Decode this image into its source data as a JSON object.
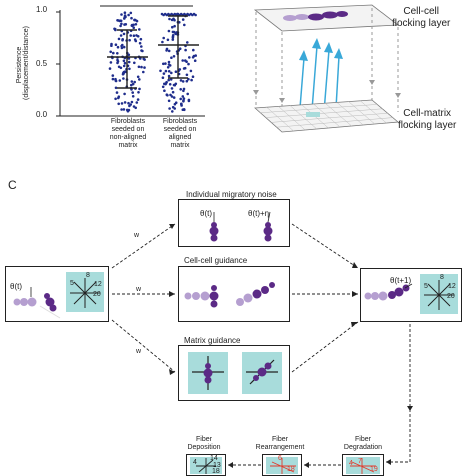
{
  "panel_a": {
    "ylabel_line1": "Persistence",
    "ylabel_line2": "(displacement/distance)",
    "yticks": [
      "1.0",
      "0.5",
      "0.0"
    ],
    "groups": [
      {
        "line1": "Fibroblasts",
        "line2": "seeded on",
        "line3": "non-aligned",
        "line4": "matrix"
      },
      {
        "line1": "Fibroblasts",
        "line2": "seeded on",
        "line3": "aligned",
        "line4": "matrix"
      }
    ]
  },
  "panel_b": {
    "top_layer_line1": "Cell-cell",
    "top_layer_line2": "flocking layer",
    "bottom_layer_line1": "Cell-matrix",
    "bottom_layer_line2": "flocking layer"
  },
  "panel_c": {
    "letter": "C",
    "noise_title": "Individual migratory noise",
    "noise_left": "θ(t)",
    "noise_right": "θ(t)+η",
    "cell_title": "Cell-cell guidance",
    "matrix_title": "Matrix guidance",
    "left_theta": "θ(t)",
    "right_theta": "θ(t+1)",
    "w1": "w",
    "w2": "w",
    "w3": "w",
    "grid_left": [
      "8",
      "5",
      "12",
      "20"
    ],
    "grid_right": [
      "8",
      "5",
      "12",
      "20"
    ],
    "fiber_boxes": [
      {
        "title_line1": "Fiber",
        "title_line2": "Deposition",
        "nums": [
          "4",
          "14",
          "13",
          "18"
        ]
      },
      {
        "title_line1": "Fiber",
        "title_line2": "Rearrangement",
        "nums": [
          "6",
          "18"
        ]
      },
      {
        "title_line1": "Fiber",
        "title_line2": "Degradation",
        "nums": [
          "4",
          "7",
          "19"
        ]
      }
    ]
  },
  "colors": {
    "dot": "#1f2d8c",
    "cell_dark": "#5b2a86",
    "cell_light": "#b59fd0",
    "teal": "#a8dcdb",
    "arrow_blue": "#39a8d8",
    "red": "#e03a2c"
  }
}
